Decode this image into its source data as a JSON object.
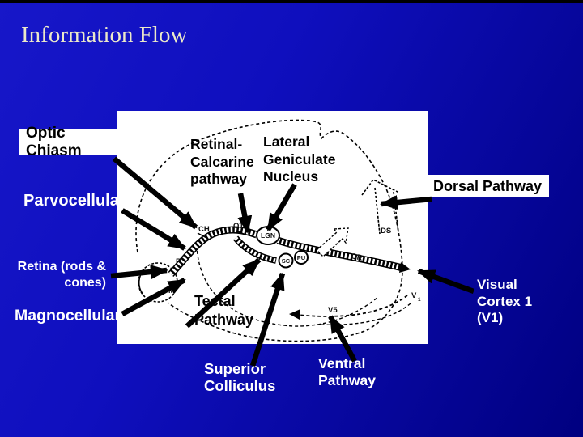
{
  "slide": {
    "title": "Information Flow",
    "colors": {
      "background_top_left": "#1717c9",
      "background_bottom_right": "#000080",
      "title_text": "#ece9c8",
      "callout_white_text": "#ffffff",
      "callout_box_fill": "#ffffff",
      "callout_box_text": "#000000",
      "arrow": "#000000",
      "letterbox": "#000000"
    }
  },
  "callouts": {
    "optic_chiasm": {
      "text": "Optic Chiasm"
    },
    "parvocellular": {
      "text": "Parvocellular"
    },
    "retina": {
      "lines": [
        "Retina (rods &",
        "cones)"
      ]
    },
    "magnocellular": {
      "text": "Magnocellular"
    },
    "dorsal_pathway": {
      "text": "Dorsal Pathway"
    },
    "visual_cortex": {
      "lines": [
        "Visual",
        "Cortex 1",
        "(V1)"
      ]
    },
    "superior_colliculus": {
      "lines": [
        "Superior",
        "Colliculus"
      ]
    },
    "ventral_pathway": {
      "lines": [
        "Ventral",
        "Pathway"
      ]
    }
  },
  "figure": {
    "inner_labels": {
      "retinal_calcarine": {
        "lines": [
          "Retinal-",
          "Calcarine",
          "pathway"
        ]
      },
      "lateral_geniculate": {
        "lines": [
          "Lateral",
          "Geniculate",
          "Nucleus"
        ]
      },
      "tectal": {
        "lines": [
          "Tectal",
          "Pathway"
        ]
      }
    },
    "structures": {
      "ch": "CH",
      "ot": "OT",
      "lgn": "LGN",
      "sc": "SC",
      "pu": "PU",
      "or": "OR",
      "ds": "DS",
      "v1_letter": "V",
      "v1_sub": "1",
      "v5": "V5",
      "m": "M",
      "p": "P"
    }
  }
}
